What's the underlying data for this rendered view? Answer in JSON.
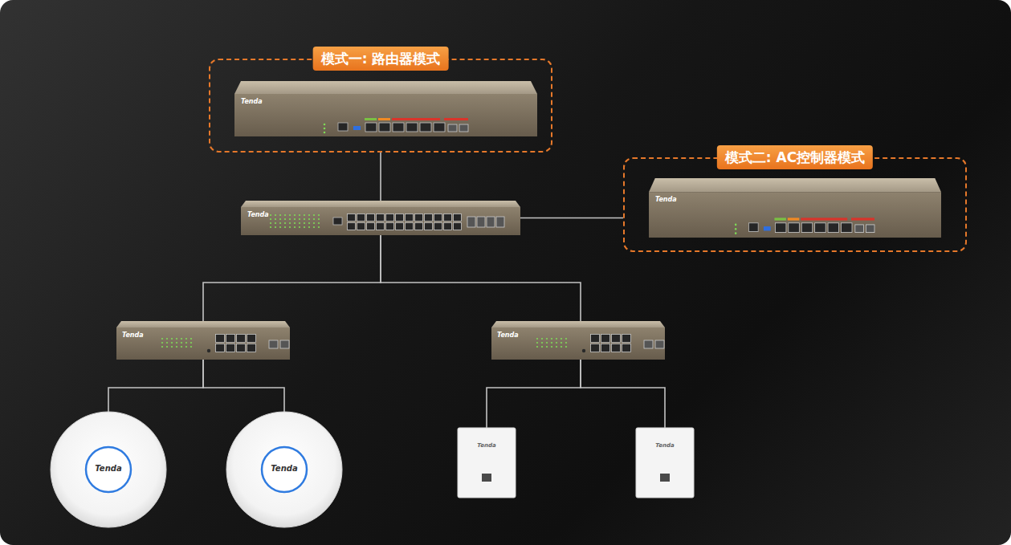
{
  "diagram": {
    "nodes": [
      {
        "text": [
          "模式一: 路由器模式"
        ]
      },
      {
        "text": [
          "Tenda"
        ],
        "in": 0
      },
      {
        "text": [
          "模式二: AC控制器模式"
        ]
      },
      {
        "text": [
          "Tenda"
        ],
        "in": 2
      },
      {
        "text": [
          "Tenda"
        ]
      },
      {
        "text": [
          "Tenda"
        ]
      },
      {
        "text": [
          "Tenda"
        ]
      },
      {
        "text": [
          "Tenda"
        ]
      },
      {
        "text": [
          "Tenda"
        ]
      },
      {
        "text": [
          "Tenda"
        ]
      },
      {
        "text": [
          "Tenda"
        ]
      }
    ],
    "edges": [
      {
        "from": 0,
        "to": 4,
        "arrow": "none"
      },
      {
        "from": 4,
        "to": 2,
        "arrow": "none"
      },
      {
        "from": 4,
        "to": 5,
        "arrow": "none"
      },
      {
        "from": 4,
        "to": 6,
        "arrow": "none"
      },
      {
        "from": 5,
        "to": 7,
        "arrow": "none"
      },
      {
        "from": 5,
        "to": 8,
        "arrow": "none"
      },
      {
        "from": 6,
        "to": 9,
        "arrow": "none"
      },
      {
        "from": 6,
        "to": 10,
        "arrow": "none"
      }
    ]
  }
}
